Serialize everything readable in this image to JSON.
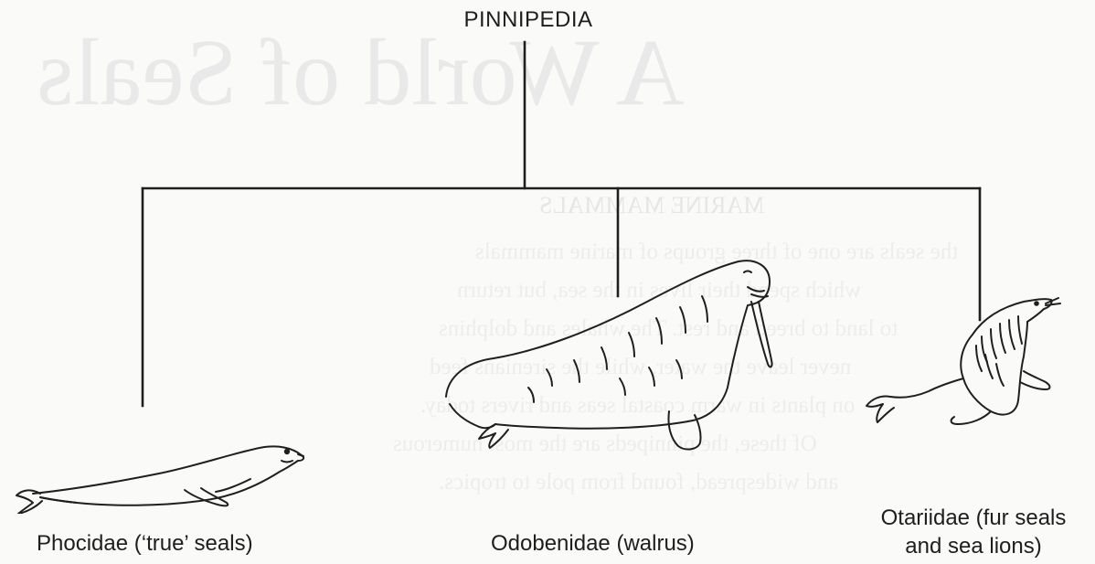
{
  "diagram": {
    "root": {
      "label": "PINNIPEDIA"
    },
    "families": [
      {
        "id": "phocidae",
        "label": "Phocidae (‘true’ seals)"
      },
      {
        "id": "odobenidae",
        "label": "Odobenidae (walrus)"
      },
      {
        "id": "otariidae",
        "label_line1": "Otariidae (fur seals",
        "label_line2": "and sea lions)"
      }
    ],
    "line_color": "#1f1f1f",
    "background_color": "#fafaf8"
  }
}
